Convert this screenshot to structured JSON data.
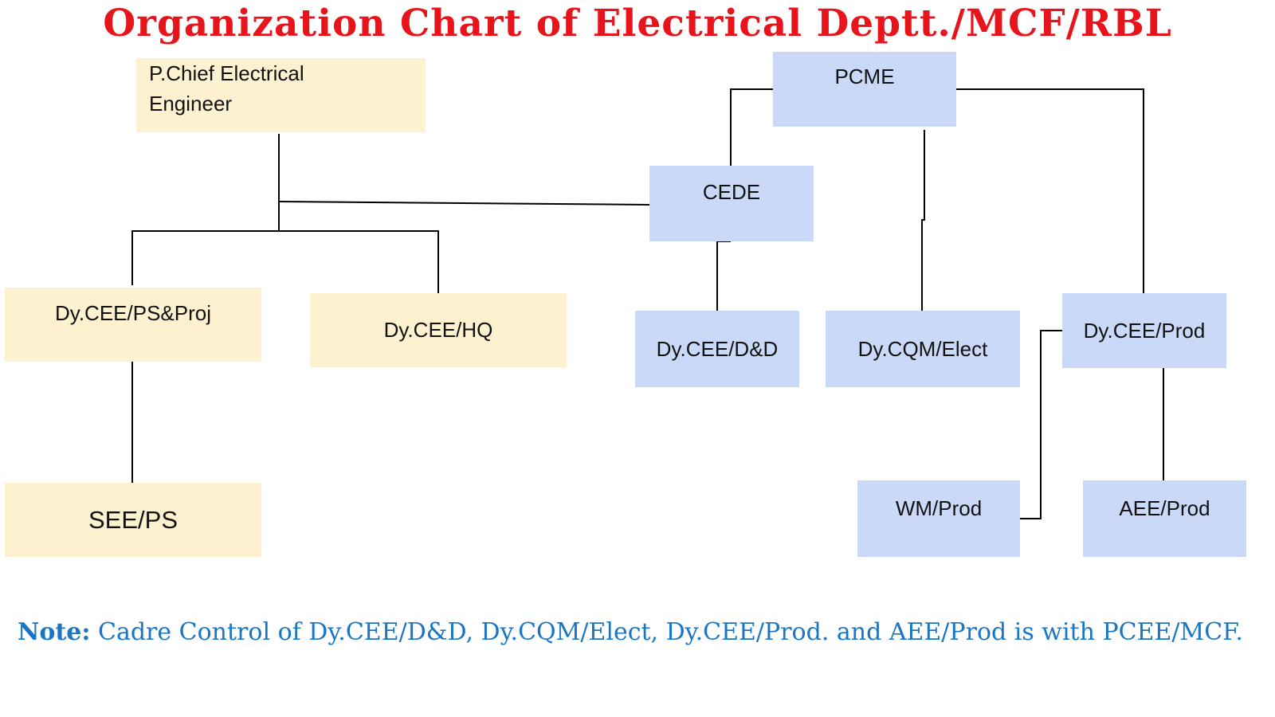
{
  "title": "Organization Chart of Electrical Deptt./MCF/RBL",
  "nodes": {
    "pcee": "P.Chief Electrical\nEngineer",
    "pcme": "PCME",
    "cede": "CEDE",
    "dycee_psproj": "Dy.CEE/PS&Proj",
    "dycee_hq": "Dy.CEE/HQ",
    "dycee_dd": "Dy.CEE/D&D",
    "dycqm_elect": "Dy.CQM/Elect",
    "dycee_prod": "Dy.CEE/Prod",
    "see_ps": "SEE/PS",
    "wm_prod": "WM/Prod",
    "aee_prod": "AEE/Prod"
  },
  "note": {
    "label": "Note:",
    "text": " Cadre Control of Dy.CEE/D&D, Dy.CQM/Elect, Dy.CEE/Prod. and AEE/Prod is with PCEE/MCF."
  },
  "colors": {
    "title": "#e8141c",
    "pcee_branch": "#fdf1cf",
    "pcme_branch": "#c9d9f7",
    "note": "#1a75c4",
    "connector": "#000000"
  }
}
